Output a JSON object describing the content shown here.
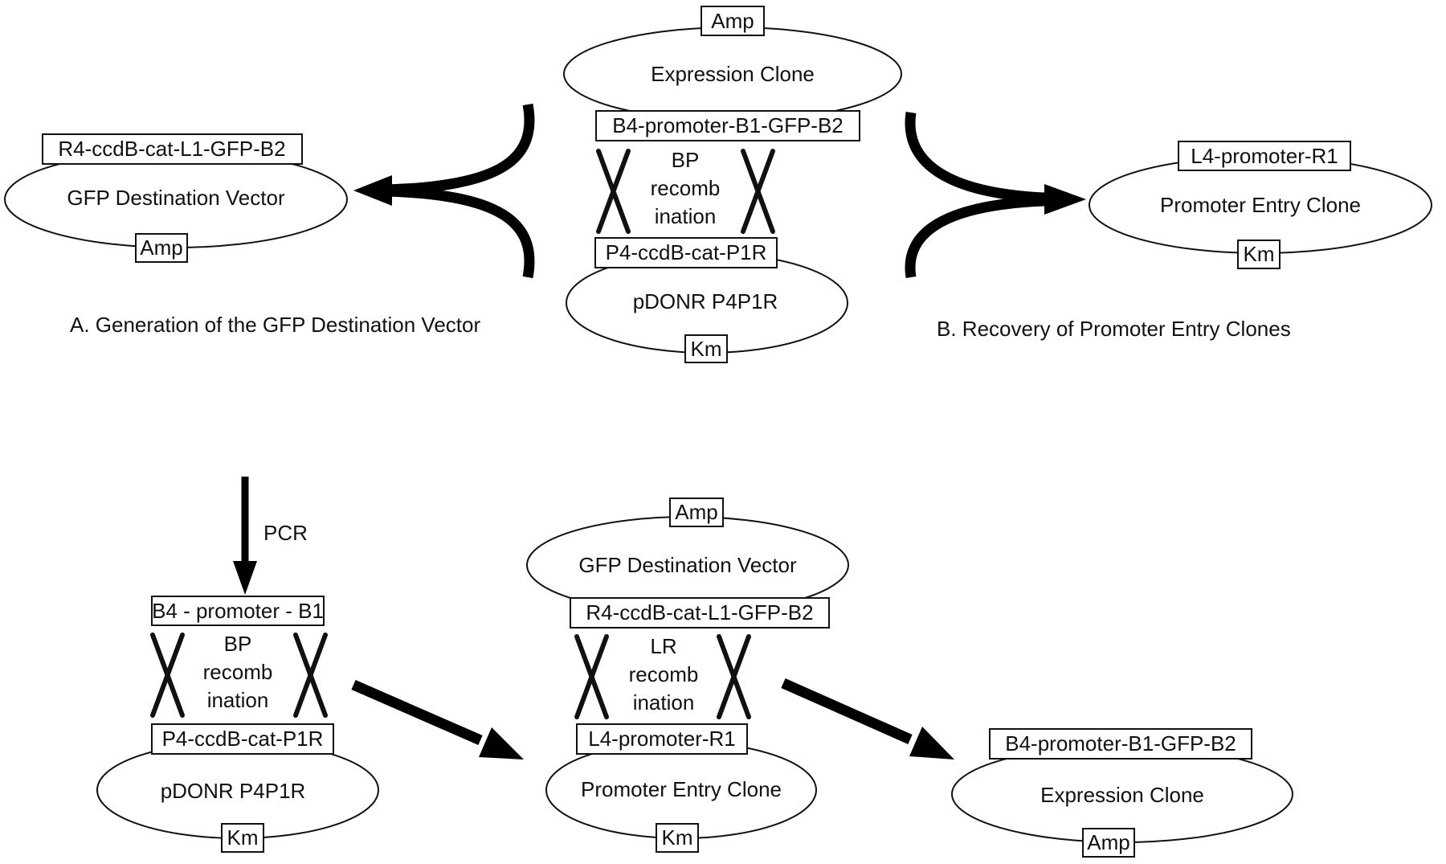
{
  "colors": {
    "ink": "#111111",
    "background": "#ffffff"
  },
  "top_center": {
    "expression_clone": {
      "oval_label": "Expression Clone",
      "marker": "Amp",
      "site": "B4-promoter-B1-GFP-B2"
    },
    "recombination": {
      "line1": "BP",
      "line2": "recomb",
      "line3": "ination"
    },
    "donor": {
      "site": "P4-ccdB-cat-P1R",
      "oval_label": "pDONR P4P1R",
      "marker": "Km"
    }
  },
  "top_left": {
    "site": "R4-ccdB-cat-L1-GFP-B2",
    "oval_label": "GFP Destination Vector",
    "marker": "Amp",
    "caption": "A. Generation of the GFP Destination Vector"
  },
  "top_right": {
    "site": "L4-promoter-R1",
    "oval_label": "Promoter Entry Clone",
    "marker": "Km",
    "caption": "B. Recovery of Promoter Entry Clones"
  },
  "bottom_left": {
    "pcr_label": "PCR",
    "product_site": "B4 - promoter - B1",
    "recombination": {
      "line1": "BP",
      "line2": "recomb",
      "line3": "ination"
    },
    "donor": {
      "site": "P4-ccdB-cat-P1R",
      "oval_label": "pDONR P4P1R",
      "marker": "Km"
    }
  },
  "bottom_center": {
    "destination": {
      "marker": "Amp",
      "oval_label": "GFP Destination Vector",
      "site": "R4-ccdB-cat-L1-GFP-B2"
    },
    "recombination": {
      "line1": "LR",
      "line2": "recomb",
      "line3": "ination"
    },
    "entry": {
      "site": "L4-promoter-R1",
      "oval_label": "Promoter Entry Clone",
      "marker": "Km"
    }
  },
  "bottom_right": {
    "site": "B4-promoter-B1-GFP-B2",
    "oval_label": "Expression Clone",
    "marker": "Amp"
  }
}
